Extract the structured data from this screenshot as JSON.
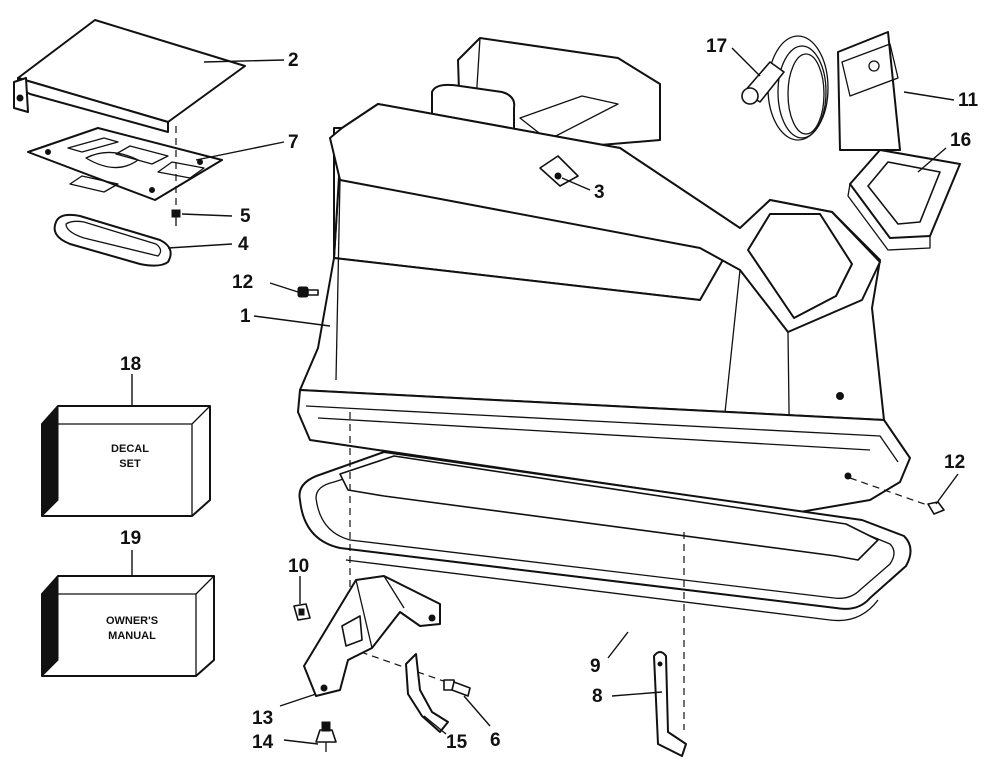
{
  "callouts": {
    "c1": "1",
    "c2": "2",
    "c3": "3",
    "c4": "4",
    "c5": "5",
    "c6": "6",
    "c7": "7",
    "c8": "8",
    "c9": "9",
    "c10": "10",
    "c11": "11",
    "c12a": "12",
    "c12b": "12",
    "c13": "13",
    "c14": "14",
    "c15": "15",
    "c16": "16",
    "c17": "17",
    "c18": "18",
    "c19": "19"
  },
  "boxes": {
    "decal": {
      "line1": "DECAL",
      "line2": "SET"
    },
    "manual": {
      "line1": "OWNER'S",
      "line2": "MANUAL"
    }
  },
  "colors": {
    "ink": "#111111",
    "paper": "#ffffff"
  }
}
